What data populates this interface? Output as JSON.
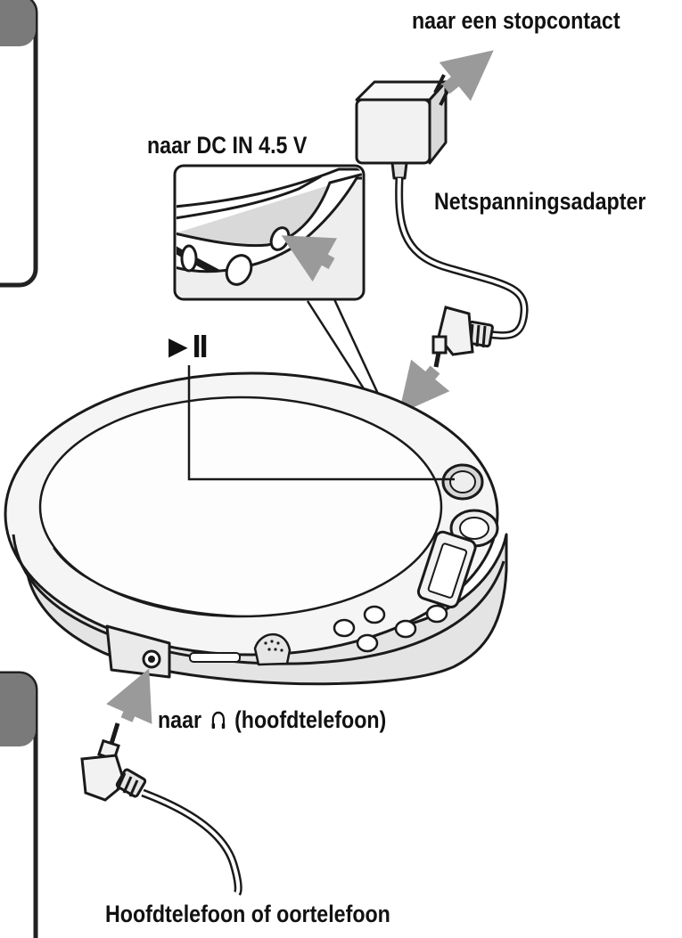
{
  "labels": {
    "outlet": "naar een stopcontact",
    "dc_in": "naar DC IN 4.5 V",
    "adapter": "Netspanningsadapter",
    "play_pause_symbol": "►II",
    "headphones_prefix": "naar",
    "headphones_suffix": "(hoofdtelefoon)",
    "earphones": "Hoofdtelefoon of oortelefoon"
  },
  "icons": [
    "headphones-icon",
    "arrow-icon",
    "play-pause-icon"
  ],
  "colors": {
    "line": "#1a1a1a",
    "device_fill": "#f2f2f2",
    "shade": "#d9d9d9",
    "arrow": "#9a9a9a",
    "tab": "#7a7a7a"
  }
}
